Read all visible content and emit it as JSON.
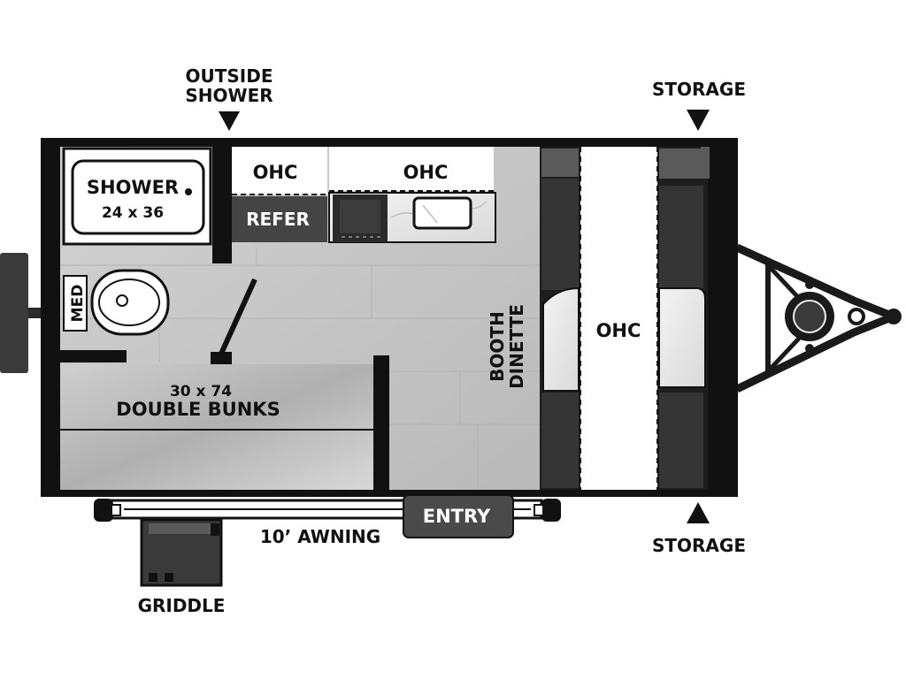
{
  "labels": {
    "outside_shower_1": "OUTSIDE",
    "outside_shower_2": "SHOWER",
    "storage_top": "STORAGE",
    "storage_bottom": "STORAGE",
    "shower_title": "SHOWER",
    "shower_size": "24 x 36",
    "ohc_left": "OHC",
    "ohc_mid": "OHC",
    "ohc_front": "OHC",
    "refer": "REFER",
    "med": "MED",
    "booth": "BOOTH",
    "dinette": "DINETTE",
    "bunk_size": "30 x 74",
    "bunk_name": "DOUBLE BUNKS",
    "entry": "ENTRY",
    "awning": "10’ AWNING",
    "griddle": "GRIDDLE"
  },
  "colors": {
    "wall": "#111111",
    "floor": "#c4c4c4",
    "cushion": "#2e2e2e",
    "counter": "#e6e6e6",
    "entry_step": "#4a4a4a"
  }
}
